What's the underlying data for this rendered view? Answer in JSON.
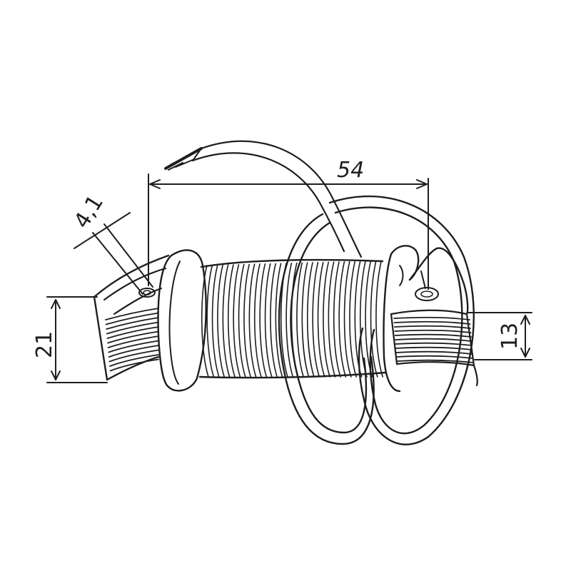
{
  "drawing": {
    "ink_color": "#1e1e1e",
    "background": "#ffffff",
    "dimensions": {
      "length_label": "54",
      "hole_label": "4,1",
      "left_height_label": "21",
      "right_height_label": "13"
    }
  }
}
